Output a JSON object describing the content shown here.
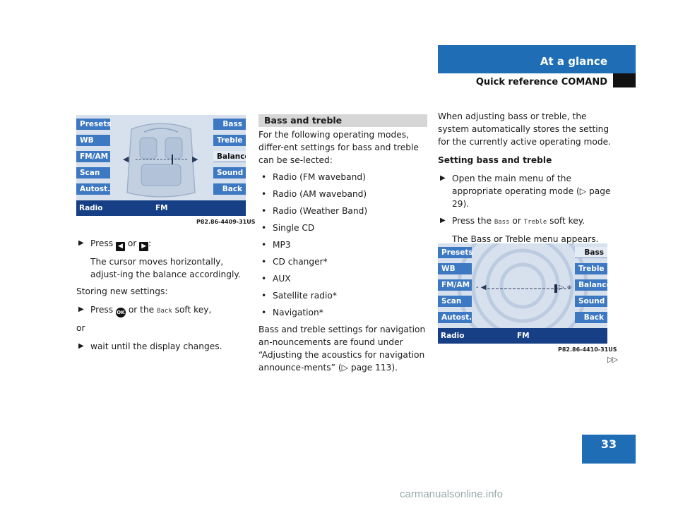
{
  "header": {
    "title": "At a glance",
    "subtitle": "Quick reference COMAND"
  },
  "page_number": "33",
  "figure1": {
    "left_keys": [
      "Presets",
      "WB",
      "FM/AM",
      "Scan",
      "Autost."
    ],
    "right_keys": [
      "Bass",
      "Treble",
      "Balance",
      "Sound",
      "Back"
    ],
    "selected": "Balance",
    "status_left": "Radio",
    "status_mid": "FM",
    "caption": "P82.86-4409-31US"
  },
  "figure2": {
    "left_keys": [
      "Presets",
      "WB",
      "FM/AM",
      "Scan",
      "Autost."
    ],
    "right_keys": [
      "Bass",
      "Treble",
      "Balance",
      "Sound",
      "Back"
    ],
    "selected": "Bass",
    "status_left": "Radio",
    "status_mid": "FM",
    "caption": "P82.86-4410-31US"
  },
  "col1": {
    "press_word": "Press",
    "or_word": "or",
    "key_left": "◀",
    "key_right": "▶",
    "colon": ":",
    "cursor_text": "The cursor moves horizontally, adjust-ing the balance accordingly.",
    "storing": "Storing new settings:",
    "press2": "Press",
    "ok_key": "OK",
    "or_the": "or the",
    "back_soft": "Back",
    "soft_key": "soft key,",
    "or_line": "or",
    "wait": "wait until the display changes."
  },
  "col2": {
    "section": "Bass and treble",
    "intro": "For the following operating modes, differ-ent settings for bass and treble can be se-lected:",
    "modes": [
      "Radio (FM waveband)",
      "Radio (AM waveband)",
      "Radio (Weather Band)",
      "Single CD",
      "MP3",
      "CD changer*",
      "AUX",
      "Satellite radio*",
      "Navigation*"
    ],
    "nav_note": "Bass and treble settings for navigation an-nouncements are found under “Adjusting the acoustics for navigation announce-ments” (▷ page 113)."
  },
  "col3": {
    "intro": "When adjusting bass or treble, the system automatically stores the setting for the currently active operating mode.",
    "heading": "Setting bass and treble",
    "step1": "Open the main menu of the appropriate operating mode (▷ page 29).",
    "step2_a": "Press the",
    "step2_bass": "Bass",
    "step2_or": "or",
    "step2_treble": "Treble",
    "step2_b": "soft key.",
    "result": "The Bass or Treble menu appears."
  },
  "continue_mark": "▷▷",
  "footer": "carmanualsonline.info"
}
